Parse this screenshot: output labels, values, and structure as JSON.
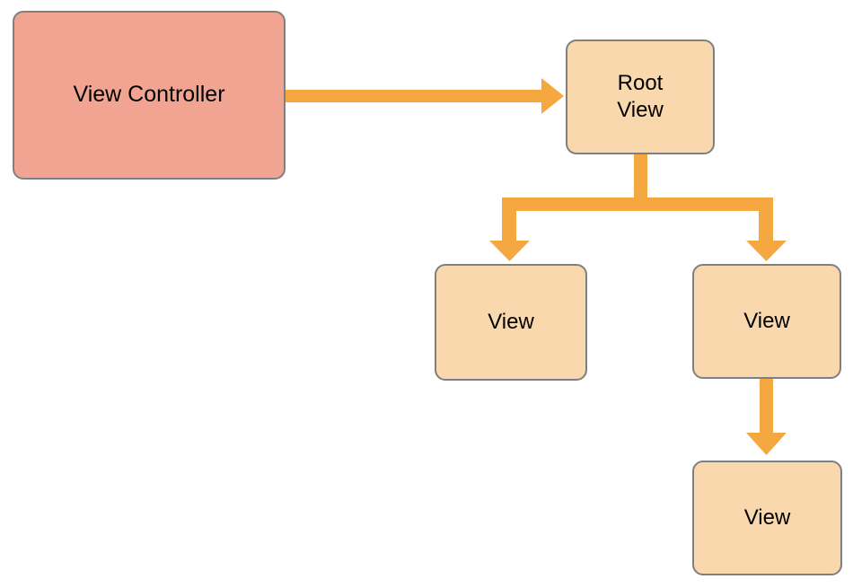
{
  "colors": {
    "controller_fill": "#F2A492",
    "view_fill": "#FAD8AD",
    "border": "#7F7F7F",
    "arrow": "#F6A840",
    "text": "#000000",
    "background": "#FFFFFF"
  },
  "nodes": {
    "view_controller": {
      "label": "View Controller"
    },
    "root_view": {
      "label": "Root\nView"
    },
    "left_view": {
      "label": "View"
    },
    "right_view": {
      "label": "View"
    },
    "bottom_view": {
      "label": "View"
    }
  }
}
